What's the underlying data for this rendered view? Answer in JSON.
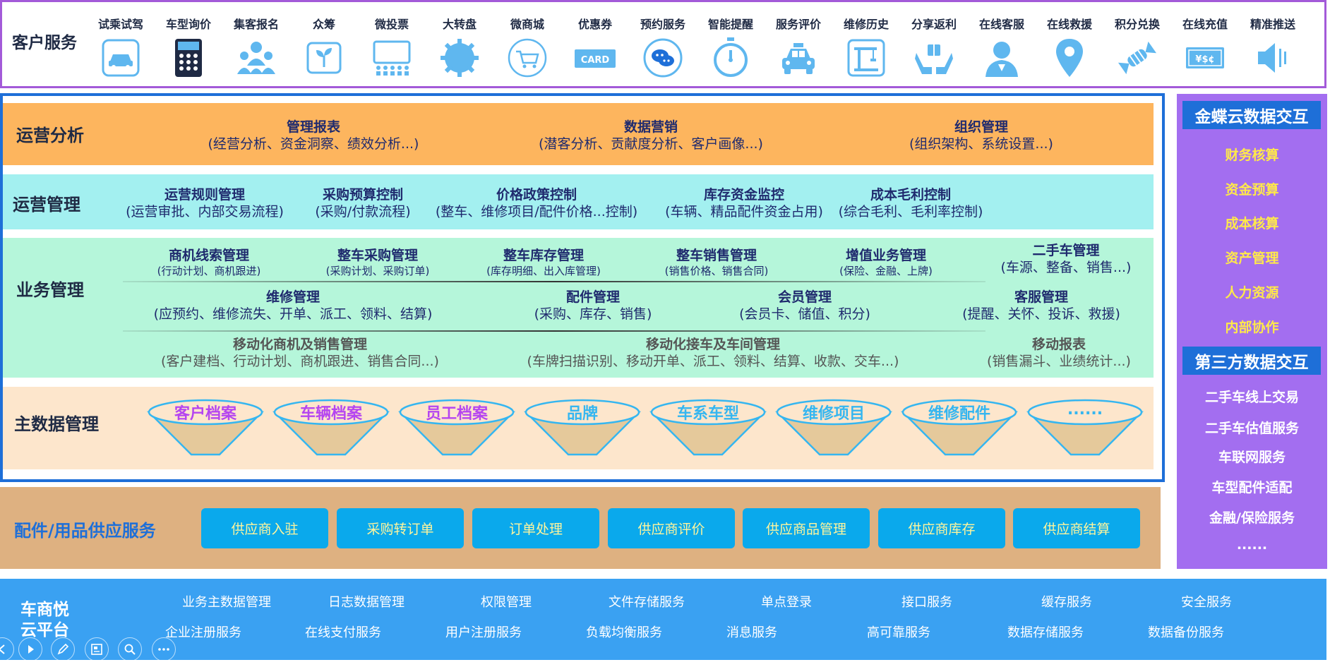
{
  "customer_service": {
    "title": "客户服务",
    "items": [
      {
        "label": "试乘试驾",
        "icon": "car-icon"
      },
      {
        "label": "车型询价",
        "icon": "calculator-icon"
      },
      {
        "label": "集客报名",
        "icon": "people-icon"
      },
      {
        "label": "众筹",
        "icon": "seedling-icon"
      },
      {
        "label": "微投票",
        "icon": "board-icon"
      },
      {
        "label": "大转盘",
        "icon": "gear-icon"
      },
      {
        "label": "微商城",
        "icon": "cart-icon"
      },
      {
        "label": "优惠券",
        "icon": "card-icon",
        "icon_text": "CARD"
      },
      {
        "label": "预约服务",
        "icon": "chat-icon"
      },
      {
        "label": "智能提醒",
        "icon": "stopwatch-icon"
      },
      {
        "label": "服务评价",
        "icon": "taxi-icon"
      },
      {
        "label": "维修历史",
        "icon": "crane-icon"
      },
      {
        "label": "分享返利",
        "icon": "gift-hands-icon"
      },
      {
        "label": "在线客服",
        "icon": "agent-icon"
      },
      {
        "label": "在线救援",
        "icon": "location-pin-icon"
      },
      {
        "label": "积分兑换",
        "icon": "candy-icon"
      },
      {
        "label": "在线充值",
        "icon": "money-icon",
        "icon_text": "¥$¢"
      },
      {
        "label": "精准推送",
        "icon": "speaker-icon"
      }
    ]
  },
  "ops_analysis": {
    "title": "运营分析",
    "blocks": [
      {
        "title": "管理报表",
        "sub": "(经营分析、资金洞察、绩效分析...)"
      },
      {
        "title": "数据营销",
        "sub": "(潜客分析、贡献度分析、客户画像...)"
      },
      {
        "title": "组织管理",
        "sub": "(组织架构、系统设置...)"
      }
    ]
  },
  "ops_mgmt": {
    "title": "运营管理",
    "blocks": [
      {
        "title": "运营规则管理",
        "sub": "(运营审批、内部交易流程)"
      },
      {
        "title": "采购预算控制",
        "sub": "(采购/付款流程)"
      },
      {
        "title": "价格政策控制",
        "sub": "(整车、维修项目/配件价格...控制)"
      },
      {
        "title": "库存资金监控",
        "sub": "(车辆、精品配件资金占用)"
      },
      {
        "title": "成本毛利控制",
        "sub": "(综合毛利、毛利率控制)"
      }
    ]
  },
  "biz_mgmt": {
    "title": "业务管理",
    "row1": [
      {
        "title": "商机线索管理",
        "sub": "(行动计划、商机跟进)"
      },
      {
        "title": "整车采购管理",
        "sub": "(采购计划、采购订单)"
      },
      {
        "title": "整车库存管理",
        "sub": "(库存明细、出入库管理)"
      },
      {
        "title": "整车销售管理",
        "sub": "(销售价格、销售合同)"
      },
      {
        "title": "增值业务管理",
        "sub": "(保险、金融、上牌)"
      },
      {
        "title": "二手车管理",
        "sub": "(车源、整备、销售...)"
      }
    ],
    "row2": [
      {
        "title": "维修管理",
        "sub": "(应预约、维修流失、开单、派工、领料、结算)"
      },
      {
        "title": "配件管理",
        "sub": "(采购、库存、销售)"
      },
      {
        "title": "会员管理",
        "sub": "(会员卡、储值、积分)"
      },
      {
        "title": "客服管理",
        "sub": "(提醒、关怀、投诉、救援)"
      }
    ],
    "row3": [
      {
        "title": "移动化商机及销售管理",
        "sub": "(客户建档、行动计划、商机跟进、销售合同...)"
      },
      {
        "title": "移动化接车及车间管理",
        "sub": "(车牌扫描识别、移动开单、派工、领料、结算、收款、交车...)"
      },
      {
        "title": "移动报表",
        "sub": "(销售漏斗、业绩统计...)"
      }
    ]
  },
  "master_data": {
    "title": "主数据管理",
    "items": [
      {
        "label": "客户档案",
        "color": "#b545f0"
      },
      {
        "label": "车辆档案",
        "color": "#b545f0"
      },
      {
        "label": "员工档案",
        "color": "#b545f0"
      },
      {
        "label": "品牌",
        "color": "#35b6f0"
      },
      {
        "label": "车系车型",
        "color": "#35b6f0"
      },
      {
        "label": "维修项目",
        "color": "#35b6f0"
      },
      {
        "label": "维修配件",
        "color": "#35b6f0"
      },
      {
        "label": "......",
        "color": "#35b6f0"
      }
    ]
  },
  "supply": {
    "title": "配件/用品供应服务",
    "buttons": [
      "供应商入驻",
      "采购转订单",
      "订单处理",
      "供应商评价",
      "供应商品管理",
      "供应商库存",
      "供应商结算"
    ]
  },
  "right_panel": {
    "kingdee": {
      "title": "金蝶云数据交互",
      "items": [
        "财务核算",
        "资金预算",
        "成本核算",
        "资产管理",
        "人力资源",
        "内部协作"
      ]
    },
    "third_party": {
      "title": "第三方数据交互",
      "items": [
        "二手车线上交易",
        "二手车估值服务",
        "车联网服务",
        "车型配件适配",
        "金融/保险服务",
        "......"
      ]
    }
  },
  "cloud": {
    "title_line1": "车商悦",
    "title_line2": "云平台",
    "row1": [
      "业务主数据管理",
      "日志数据管理",
      "权限管理",
      "文件存储服务",
      "单点登录",
      "接口服务",
      "缓存服务",
      "安全服务"
    ],
    "row2": [
      "企业注册服务",
      "在线支付服务",
      "用户注册服务",
      "负载均衡服务",
      "消息服务",
      "高可靠服务",
      "数据存储服务",
      "数据备份服务"
    ]
  },
  "toolbar": [
    "prev-icon",
    "play-icon",
    "pen-icon",
    "slides-icon",
    "zoom-icon",
    "more-icon"
  ],
  "colors": {
    "frame_purple": "#a35ad9",
    "frame_blue": "#1e6fd8",
    "ops_analysis_bg": "#fdb55e",
    "ops_mgmt_bg": "#a3f0f0",
    "biz_mgmt_bg": "#b5f6da",
    "master_bg": "#fde6cc",
    "supply_bg": "#deb181",
    "supply_button": "#0aa9ec",
    "right_bg": "#a36ef0",
    "cloud_bg": "#3aa1f2",
    "icon_blue": "#5fb7ef"
  }
}
